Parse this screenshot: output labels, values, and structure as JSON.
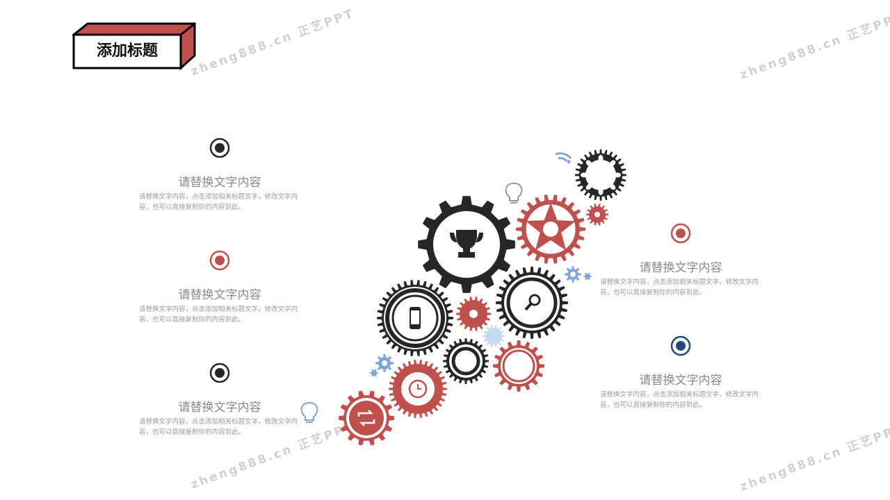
{
  "title": "添加标题",
  "watermark": "zheng888.cn 正艺PPT",
  "colors": {
    "red": "#c0504d",
    "black": "#262626",
    "blue": "#7ea6dc",
    "light_blue": "#c5d9f1",
    "navy": "#1f497d",
    "text_gray": "#8a8a8a"
  },
  "items": [
    {
      "heading": "请替换文字内容",
      "body": "请替换文字内容，点击添加相关标题文字，修改文字内容，也可以直接复制你的内容到此。",
      "icon": "target-icon",
      "color": "#262626"
    },
    {
      "heading": "请替换文字内容",
      "body": "请替换文字内容，点击添加相关标题文字，修改文字内容，也可以直接复制你的内容到此。",
      "icon": "target-icon",
      "color": "#c0504d"
    },
    {
      "heading": "请替换文字内容",
      "body": "请替换文字内容，点击添加相关标题文字，修改文字内容，也可以直接复制你的内容到此。",
      "icon": "target-icon",
      "color": "#262626"
    },
    {
      "heading": "请替换文字内容",
      "body": "请替换文字内容，点击添加相关标题文字，修改文字内容，也可以直接复制你的内容到此。",
      "icon": "target-icon",
      "color": "#c0504d"
    },
    {
      "heading": "请替换文字内容",
      "body": "请替换文字内容，点击添加相关标题文字，修改文字内容，也可以直接复制你的内容到此。",
      "icon": "target-icon",
      "color": "#1f497d"
    }
  ]
}
